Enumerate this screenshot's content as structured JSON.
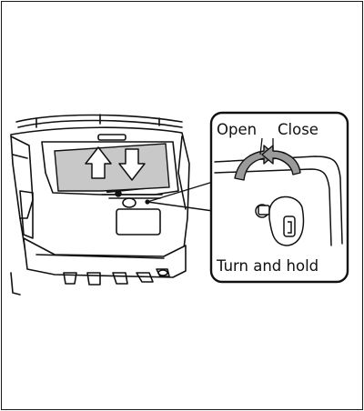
{
  "labels": {
    "open": "Open",
    "close": "Close",
    "turn_and_hold": "Turn and hold"
  },
  "colors": {
    "window_glass": "#c8c8c8",
    "arrow_fill": "#9a9a9a",
    "line": "#111111"
  },
  "icons": [
    "up-arrow-icon",
    "down-arrow-icon",
    "key-icon",
    "rotation-arrows-icon"
  ]
}
